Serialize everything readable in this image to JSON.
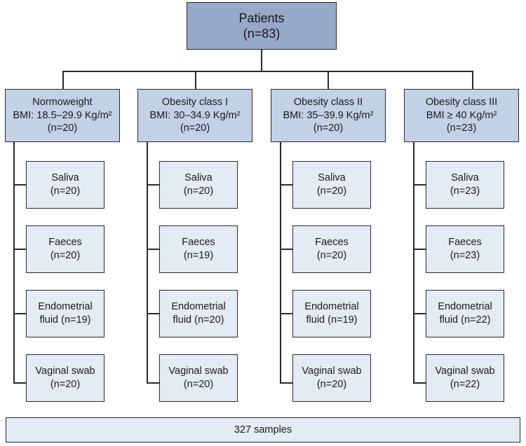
{
  "root": {
    "title": "Patients",
    "count": "(n=83)"
  },
  "groups": [
    {
      "name": "Normoweight",
      "bmi": "BMI: 18.5–29.9 Kg/m²",
      "count": "(n=20)",
      "samples": [
        {
          "l1": "Saliva",
          "l2": "(n=20)"
        },
        {
          "l1": "Faeces",
          "l2": "(n=20)"
        },
        {
          "l1": "Endometrial",
          "l2": "fluid (n=19)"
        },
        {
          "l1": "Vaginal swab",
          "l2": "(n=20)"
        }
      ]
    },
    {
      "name": "Obesity class I",
      "bmi": "BMI: 30–34.9 Kg/m²",
      "count": "(n=20)",
      "samples": [
        {
          "l1": "Saliva",
          "l2": "(n=20)"
        },
        {
          "l1": "Faeces",
          "l2": "(n=19)"
        },
        {
          "l1": "Endometrial",
          "l2": "fluid (n=20)"
        },
        {
          "l1": "Vaginal swab",
          "l2": "(n=20)"
        }
      ]
    },
    {
      "name": "Obesity class II",
      "bmi": "BMI: 35–39.9 Kg/m²",
      "count": "(n=20)",
      "samples": [
        {
          "l1": "Saliva",
          "l2": "(n=20)"
        },
        {
          "l1": "Faeces",
          "l2": "(n=20)"
        },
        {
          "l1": "Endometrial",
          "l2": "fluid (n=19)"
        },
        {
          "l1": "Vaginal swab",
          "l2": "(n=20)"
        }
      ]
    },
    {
      "name": "Obesity class III",
      "bmi": "BMI ≥ 40 Kg/m²",
      "count": "(n=23)",
      "samples": [
        {
          "l1": "Saliva",
          "l2": "(n=23)"
        },
        {
          "l1": "Faeces",
          "l2": "(n=23)"
        },
        {
          "l1": "Endometrial",
          "l2": "fluid (n=22)"
        },
        {
          "l1": "Vaginal swab",
          "l2": "(n=22)"
        }
      ]
    }
  ],
  "total": {
    "label": "327 samples"
  }
}
